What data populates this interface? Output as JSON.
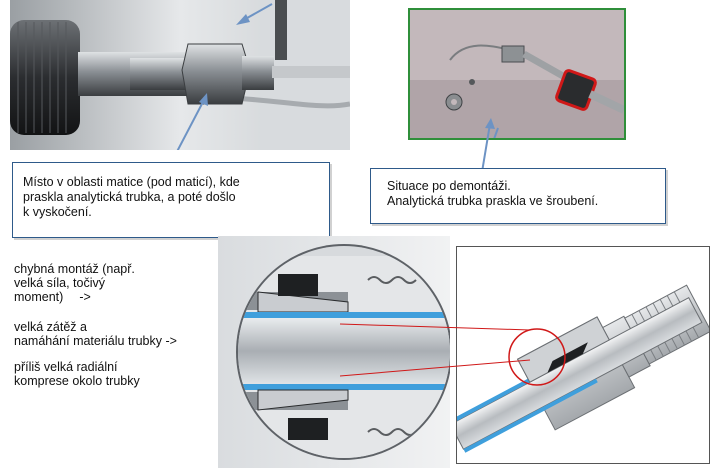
{
  "callouts": {
    "left": {
      "line1": "Místo v oblasti matice (pod maticí), kde",
      "line2": "praskla analytická trubka, a poté došlo",
      "line3": "k vyskočení."
    },
    "right": {
      "line1": "Situace po demontáži.",
      "line2": "Analytická trubka praskla ve šroubení."
    }
  },
  "causes": {
    "c1": {
      "l1": "chybná montáž (např.",
      "l2": "velká síla, točivý",
      "l3": "moment)",
      "arrow": "->"
    },
    "c2": {
      "l1": "velká zátěž a",
      "l2": "namáhání materiálu trubky",
      "arrow": "->"
    },
    "c3": {
      "l1": "příliš velká radiální",
      "l2": "komprese okolo trubky"
    }
  },
  "colors": {
    "callout_border": "#2e5a8a",
    "arrow": "#6d93c4",
    "green_frame": "#2f8f3a",
    "tube_blue": "#3f9fdc",
    "red_circle": "#d01818"
  }
}
